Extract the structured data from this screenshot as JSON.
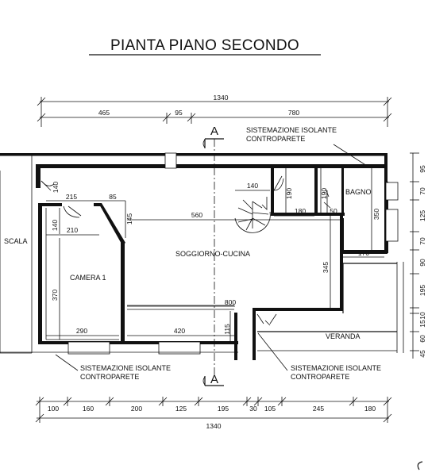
{
  "title": "PIANTA PIANO SECONDO",
  "rooms": {
    "scala": "SCALA",
    "camera": "CAMERA 1",
    "soggiorno": "SOGGIORNO-CUCINA",
    "bagno": "BAGNO",
    "veranda": "VERANDA"
  },
  "notes": {
    "top_right": [
      "SISTEMAZIONE ISOLANTE",
      "CONTROPARETE"
    ],
    "bottom_left": [
      "SISTEMAZIONE ISOLANTE",
      "CONTROPARETE"
    ],
    "bottom_right": [
      "SISTEMAZIONE ISOLANTE",
      "CONTROPARETE"
    ]
  },
  "section_marker": "A",
  "top_dims": {
    "total": "1340",
    "parts": [
      "465",
      "95",
      "780"
    ]
  },
  "bottom_dims": {
    "total": "1340",
    "parts": [
      "100",
      "160",
      "200",
      "125",
      "195",
      "30",
      "105",
      "245",
      "180"
    ]
  },
  "right_dims": [
    "95",
    "70",
    "125",
    "70",
    "90",
    "195",
    "10",
    "15",
    "60",
    "45"
  ],
  "interior_dims": {
    "d140_top": "140",
    "d190_a": "190",
    "d190_b": "190",
    "d180": "180",
    "d50": "50",
    "d350": "350",
    "d170": "170",
    "d345": "345",
    "d560": "560",
    "d800": "800",
    "d420": "420",
    "d115": "115",
    "d290": "290",
    "d370": "370",
    "d215": "215",
    "d85": "85",
    "d145": "145",
    "d140_left": "140",
    "d210": "210",
    "d140_stair": "140"
  }
}
